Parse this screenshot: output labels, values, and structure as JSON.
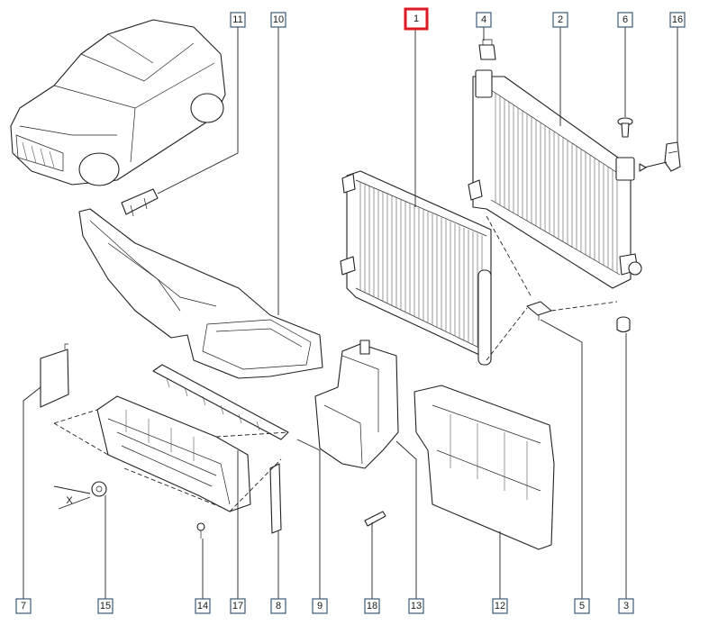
{
  "callouts": [
    {
      "label": "11",
      "active": false
    },
    {
      "label": "10",
      "active": false
    },
    {
      "label": "1",
      "active": true
    },
    {
      "label": "4",
      "active": false
    },
    {
      "label": "2",
      "active": false
    },
    {
      "label": "6",
      "active": false
    },
    {
      "label": "16",
      "active": false
    },
    {
      "label": "7",
      "active": false
    },
    {
      "label": "15",
      "active": false
    },
    {
      "label": "14",
      "active": false
    },
    {
      "label": "17",
      "active": false
    },
    {
      "label": "8",
      "active": false
    },
    {
      "label": "9",
      "active": false
    },
    {
      "label": "18",
      "active": false
    },
    {
      "label": "13",
      "active": false
    },
    {
      "label": "12",
      "active": false
    },
    {
      "label": "5",
      "active": false
    },
    {
      "label": "3",
      "active": false
    }
  ],
  "screw_marker": "X",
  "colors": {
    "active_outline": "#e01a22",
    "box_outline": "#3d5a7a",
    "line": "#222222"
  }
}
